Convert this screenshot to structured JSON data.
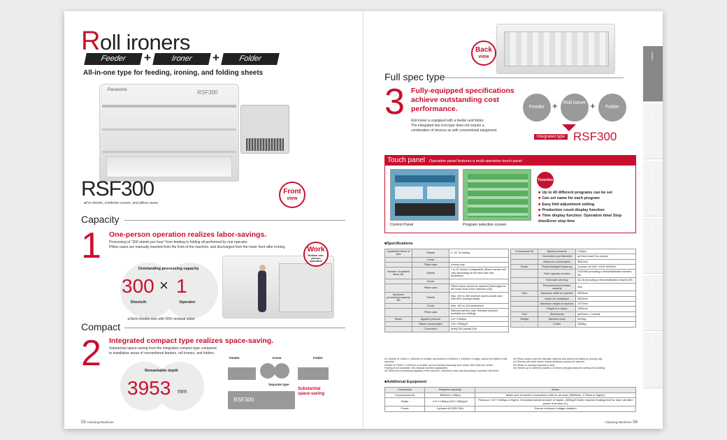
{
  "left": {
    "title_first": "R",
    "title_rest": "oll ironers",
    "pills": [
      "Feeder",
      "Ironer",
      "Folder"
    ],
    "plus": "+",
    "subtitle": "All-in-one type for feeding, ironing, and folding sheets",
    "model": "RSF300",
    "model_note": "●For sheets, comforter covers, and pillow cases",
    "machine_brand": "Panasonic",
    "machine_model": "RSF300",
    "front_badge": {
      "line1": "Front",
      "line2": "view"
    },
    "capacity": {
      "heading": "Capacity",
      "number": "1",
      "title": "One-person operation realizes labor-savings.",
      "body": [
        "Processing of \"300 sheets per hour\" from feeding to folding all performed by one operator.",
        "Pillow cases are manually inserted from the front of the machine, and discharged from the lower front after ironing."
      ],
      "output_label": "Outstanding processing capacity",
      "value_a": "300",
      "times": "×",
      "value_b": "1",
      "unit_a": "Sheets/h",
      "unit_b": "Operator",
      "note": "※Semi-double-size with 50% residual water",
      "work_badge": {
        "line1": "Work",
        "line2": "Realize one-person operation"
      }
    },
    "compact": {
      "heading": "Compact",
      "number": "2",
      "title": "Integrated compact type realizes space-saving.",
      "body": [
        "Substantial space-saving from the integrated compact type compared",
        "to installation areas of conventional feeders, roll ironers, and folders."
      ],
      "depth_label": "Remarkable depth",
      "depth_value": "3953",
      "depth_unit": "mm",
      "diagram_labels": [
        "Feeder",
        "Ironer",
        "Folder"
      ],
      "separate_label": "Separate type",
      "integrated_label": "RSF300",
      "saving_label": "Substantial space-saving"
    },
    "page_num": "03",
    "page_label": "Cleaning Machines"
  },
  "right": {
    "back_badge": {
      "line1": "Back",
      "line2": "view"
    },
    "full_spec": {
      "heading": "Full spec type",
      "number": "3",
      "title": [
        "Fully-equipped specifications",
        "achieve outstanding cost",
        "performance."
      ],
      "body": [
        "Roll ironer is equipped with a feeder and folder.",
        "The integrated low-cost type does not require a",
        "combination of devices as with conventional equipment."
      ],
      "nodes": [
        "Feeder",
        "Roll ironer",
        "Folder"
      ],
      "integrated_badge": "Integrated type",
      "integrated_model": "RSF300"
    },
    "touch": {
      "title": "Touch panel",
      "subtitle": "Operation panel features a multi-operation touch panel",
      "caption_a": "Control Panel",
      "caption_b": "Program selection screen",
      "function_badge": "Function",
      "features": [
        "Up to 40 different programs can be set",
        "Can set name for each program",
        "Easy fold adjustment setting",
        "Production count display function",
        "Time display function: Operation time/ Stop time/Error stop time"
      ]
    },
    "spec_heading": "■Specifications",
    "spec_left": [
      [
        "Applicable items of sets",
        "Sheets",
        "4, 16, 32 folding"
      ],
      [
        "",
        "Duvet",
        ""
      ],
      [
        "",
        "Pillow case",
        "Ironing only"
      ],
      [
        "Number of stacked items ※1",
        "Sheets",
        "1 to 20 sheets Configurable (Stack number will vary depending on the item size and thickness.)"
      ],
      [
        "",
        "Duvet",
        ""
      ],
      [
        "",
        "Pillow case",
        "Pillow cases cannot be stacked (Discharged to the lower front of the machine only)"
      ],
      [
        "Maximum processing capacity ※2",
        "Sheets",
        "Max. 300 to 330 sheets/h (semi-double-size with 50% residual water)"
      ],
      [
        "",
        "Duvet",
        "Max. 100 to 120 sheets/hou"
      ],
      [
        "",
        "Pillow case",
        "Manual insertion only. Random insertion available (no folding)."
      ],
      [
        "Steam",
        "Applied pressure",
        "0.6～0.8Mpa"
      ],
      [
        "",
        "Steam consumption",
        "220～250kg/H"
      ],
      [
        "",
        "Connection",
        "[inlet] 25A  [outlet] 20A"
      ]
    ],
    "spec_right": [
      [
        "Compressed air",
        "Applied pressure",
        "0.6Mpa"
      ],
      [
        "",
        "Connection port diameter",
        "φ12mm hose(Two places)"
      ],
      [
        "",
        "Maximum consumption",
        "360ℓ/min"
      ],
      [
        "Power",
        "Phase/Voltage/Frequency",
        "3-phase, AC200～220V 50/60Hz"
      ],
      [
        "",
        "Total capacity of motor",
        "5.642kW (including a dehumidification blower) ※3"
      ],
      [
        "",
        "Total load currency",
        "34.2A (including a dehumidification blower) ※3"
      ],
      [
        "",
        "Recommended breaker capacity",
        "40A"
      ],
      [
        "Size",
        "Maximum width of machine",
        "5095mm"
      ],
      [
        "",
        "Depth for installation",
        "3953mm"
      ],
      [
        "",
        "Maximum height of machine",
        "1972mm"
      ],
      [
        "",
        "Height of a clamp",
        "1280mm"
      ],
      [
        "Roll",
        "Size/sheets",
        "φ300mm / 2 sheets"
      ],
      [
        "Weight",
        "Machine body",
        "5420kg"
      ],
      [
        "",
        "Folder",
        "2536kg"
      ]
    ],
    "footnotes": [
      "※1 Sheets of 1200m x 1600mm or smaller and sheets of 2400mm x 3100mm or larger cannot be folded in this machine.",
      "Sheets of 1200m x 1200mm or smaller can be inserted manually from areas other than the center.",
      "Folding is not available. (No manual insertion applicable)",
      "※2 Maximum processing capacity of the machine. Outcomes may vary according to operator skill level.",
      "※3 Pillow cases must be manually inserted and cannot be folded by ironing only.",
      "※4 Sheets with folds and/or features/buttons cannot be inserted.",
      "※5 Steam is optional capacity & deal.",
      "※6 Sheets up to 1650mm (width) x 3100mm (length) allow the setting of 16 folding."
    ],
    "add_heading": "■Additional Equipment",
    "add_cols": [
      "Description",
      "Required capacity",
      "Notes"
    ],
    "add_rows": [
      [
        "Compressed air",
        "360ℓ/min 0.6Mpa",
        "Make sure to install a compressor with an air dryer (500ℓ/min, 0.7Mpa or higher)"
      ],
      [
        "Boiler",
        "0.6～0.8Mpa 220～250kg/H",
        "Pressure: 0.6～0.8Mpa or higher. Generated steam amount or higher. (300kg/H boiler requires heating time for main roll after power is turned on.)"
      ],
      [
        "Power",
        "3-phase AC200V 50A",
        "Ensure minimum voltage variation"
      ]
    ],
    "page_num": "04",
    "page_label": "Cleaning Machines",
    "tabs": [
      "Ironers",
      "Feeders",
      "Roller Ironers",
      "Folders",
      "Front line",
      "Special"
    ]
  }
}
